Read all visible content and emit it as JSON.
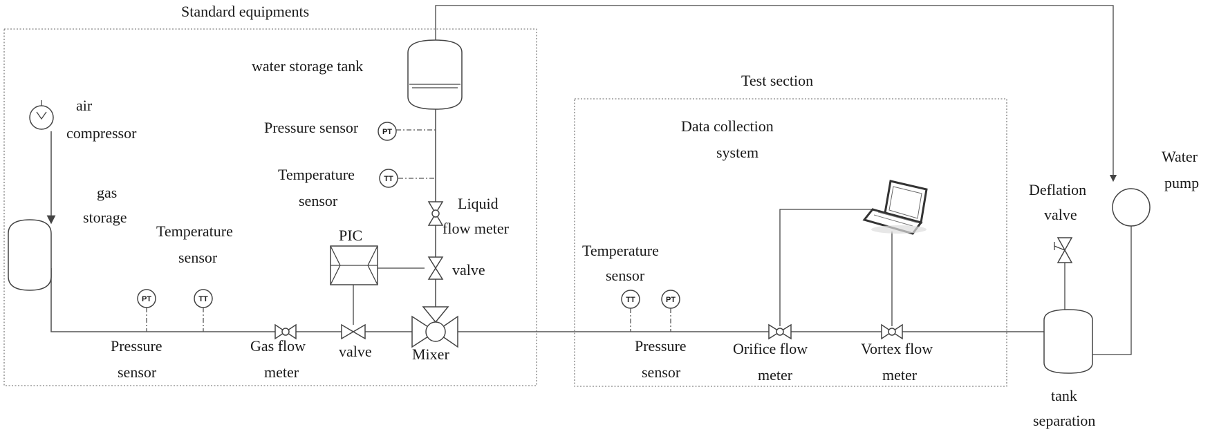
{
  "sections": {
    "standard": "Standard equipments",
    "test": "Test section"
  },
  "labels": {
    "water_tank": "water storage tank",
    "air_compressor_1": "air",
    "air_compressor_2": "compressor",
    "gas_storage_1": "gas",
    "gas_storage_2": "storage",
    "pressure_sensor_tank": "Pressure sensor",
    "temperature_sensor_tank_1": "Temperature",
    "temperature_sensor_tank_2": "sensor",
    "liquid_flow_meter_1": "Liquid",
    "liquid_flow_meter_2": "flow meter",
    "pic": "PIC",
    "liquid_valve": "valve",
    "temperature_sensor_gas_1": "Temperature",
    "temperature_sensor_gas_2": "sensor",
    "pressure_sensor_gas_1": "Pressure",
    "pressure_sensor_gas_2": "sensor",
    "gas_flow_meter_1": "Gas flow",
    "gas_flow_meter_2": "meter",
    "gas_valve": "valve",
    "mixer": "Mixer",
    "data_collection_1": "Data collection",
    "data_collection_2": "system",
    "temperature_sensor_test_1": "Temperature",
    "temperature_sensor_test_2": "sensor",
    "pressure_sensor_test_1": "Pressure",
    "pressure_sensor_test_2": "sensor",
    "orifice_flow_meter_1": "Orifice flow",
    "orifice_flow_meter_2": "meter",
    "vortex_flow_meter_1": "Vortex flow",
    "vortex_flow_meter_2": "meter",
    "deflation_valve_1": "Deflation",
    "deflation_valve_2": "valve",
    "water_pump_1": "Water",
    "water_pump_2": "pump",
    "tank_separation_1": "tank",
    "tank_separation_2": "separation"
  },
  "instruments": {
    "pt": "PT",
    "tt": "TT"
  }
}
